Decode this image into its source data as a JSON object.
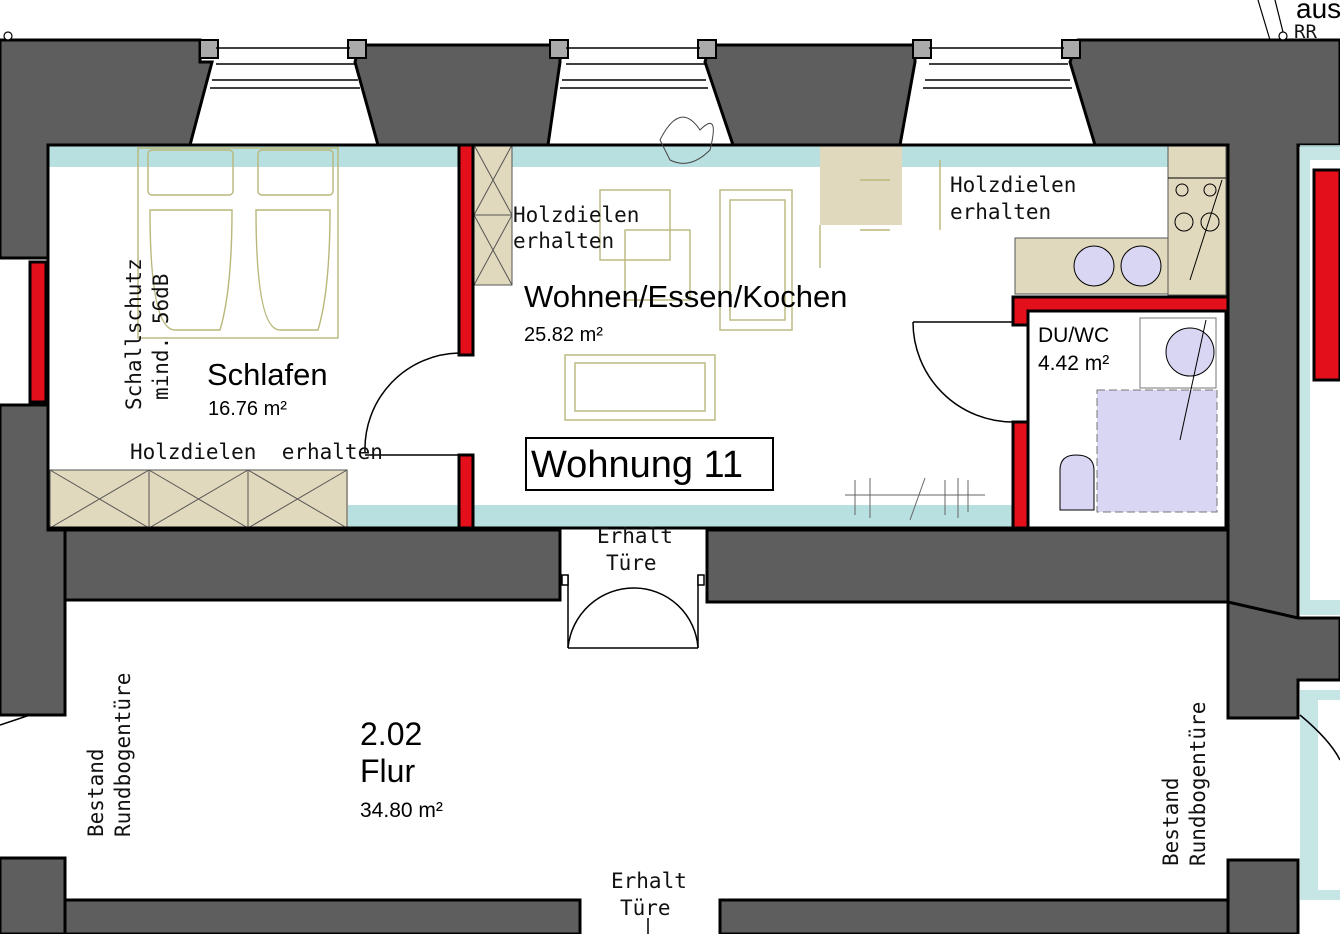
{
  "apartment_label": "Wohnung 11",
  "rooms": {
    "schlafen": {
      "name": "Schlafen",
      "area": "16.76 m²"
    },
    "wohnen": {
      "name": "Wohnen/Essen/Kochen",
      "area": "25.82 m²"
    },
    "duwc": {
      "name": "DU/WC",
      "area": "4.42 m²"
    },
    "flur": {
      "number": "2.02",
      "name": "Flur",
      "area": "34.80 m²"
    }
  },
  "notes": {
    "schallschutz_1": "Schallschutz",
    "schallschutz_2": "mind. 56dB",
    "holz_schlafen": "Holzdielen  erhalten",
    "holz_wohnen_1": "Holzdielen",
    "holz_wohnen_2": "erhalten",
    "holz_kueche_1": "Holzdielen",
    "holz_kueche_2": "erhalten",
    "erhalt_tuere_1a": "Erhalt",
    "erhalt_tuere_1b": "Türe",
    "erhalt_tuere_2a": "Erhalt",
    "erhalt_tuere_2b": "Türe",
    "bestand_left_1": "Bestand",
    "bestand_left_2": "Rundbogentüre",
    "bestand_right_1": "Bestand",
    "bestand_right_2": "Rundbogentüre",
    "corner_text": "aus",
    "corner_rr": "RR"
  },
  "colors": {
    "wall": "#5e5e5e",
    "new_wall": "#e3101b",
    "glazing": "#b8e0e0",
    "wood_floor": "#e1d9bd",
    "sanitary": "#d8d6f2",
    "furniture": "#b9b77a"
  }
}
